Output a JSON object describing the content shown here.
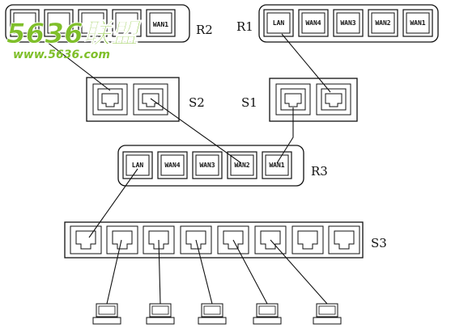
{
  "watermark": {
    "main": "5636联盟",
    "url": "www.5636.com"
  },
  "devices": {
    "r2": {
      "label": "R2",
      "ports": [
        "",
        "",
        "",
        "",
        "WAN1"
      ]
    },
    "r1": {
      "label": "R1",
      "ports": [
        "LAN",
        "WAN4",
        "WAN3",
        "WAN2",
        "WAN1"
      ]
    },
    "s2": {
      "label": "S2"
    },
    "s1": {
      "label": "S1"
    },
    "r3": {
      "label": "R3",
      "ports": [
        "LAN",
        "WAN4",
        "WAN3",
        "WAN2",
        "WAN1"
      ]
    },
    "s3": {
      "label": "S3"
    }
  },
  "colors": {
    "line": "#111111",
    "watermark": "#7fbf2a"
  }
}
